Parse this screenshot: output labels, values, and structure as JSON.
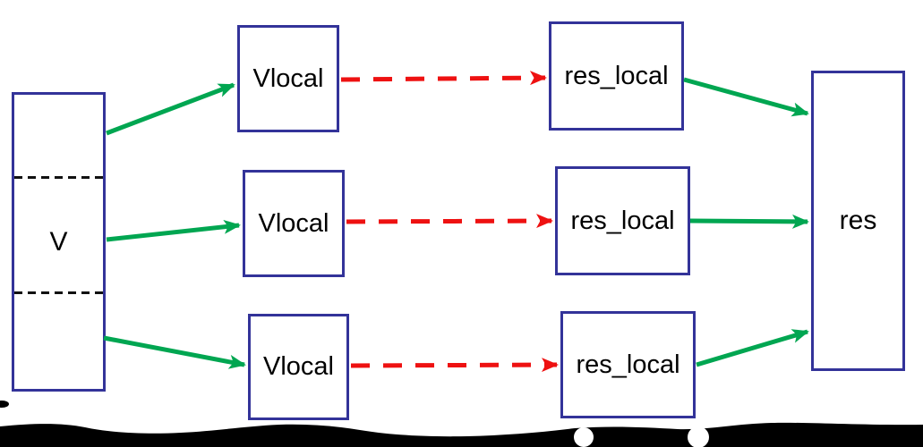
{
  "diagram": {
    "source_box": {
      "label": "V"
    },
    "vlocal_boxes": [
      {
        "label": "Vlocal"
      },
      {
        "label": "Vlocal"
      },
      {
        "label": "Vlocal"
      }
    ],
    "res_local_boxes": [
      {
        "label": "res_local"
      },
      {
        "label": "res_local"
      },
      {
        "label": "res_local"
      }
    ],
    "result_box": {
      "label": "res"
    },
    "edges": [
      {
        "from": "V",
        "to": "Vlocal-1",
        "style": "solid",
        "color": "#00a651"
      },
      {
        "from": "V",
        "to": "Vlocal-2",
        "style": "solid",
        "color": "#00a651"
      },
      {
        "from": "V",
        "to": "Vlocal-3",
        "style": "solid",
        "color": "#00a651"
      },
      {
        "from": "Vlocal-1",
        "to": "res_local-1",
        "style": "dashed",
        "color": "#ee1111"
      },
      {
        "from": "Vlocal-2",
        "to": "res_local-2",
        "style": "dashed",
        "color": "#ee1111"
      },
      {
        "from": "Vlocal-3",
        "to": "res_local-3",
        "style": "dashed",
        "color": "#ee1111"
      },
      {
        "from": "res_local-1",
        "to": "res",
        "style": "solid",
        "color": "#00a651"
      },
      {
        "from": "res_local-2",
        "to": "res",
        "style": "solid",
        "color": "#00a651"
      },
      {
        "from": "res_local-3",
        "to": "res",
        "style": "solid",
        "color": "#00a651"
      }
    ],
    "colors": {
      "box_border": "#333399",
      "green_arrow": "#00a651",
      "red_arrow": "#ee1111",
      "section_divider": "#111111",
      "torn_edge_band": "#000000"
    }
  }
}
